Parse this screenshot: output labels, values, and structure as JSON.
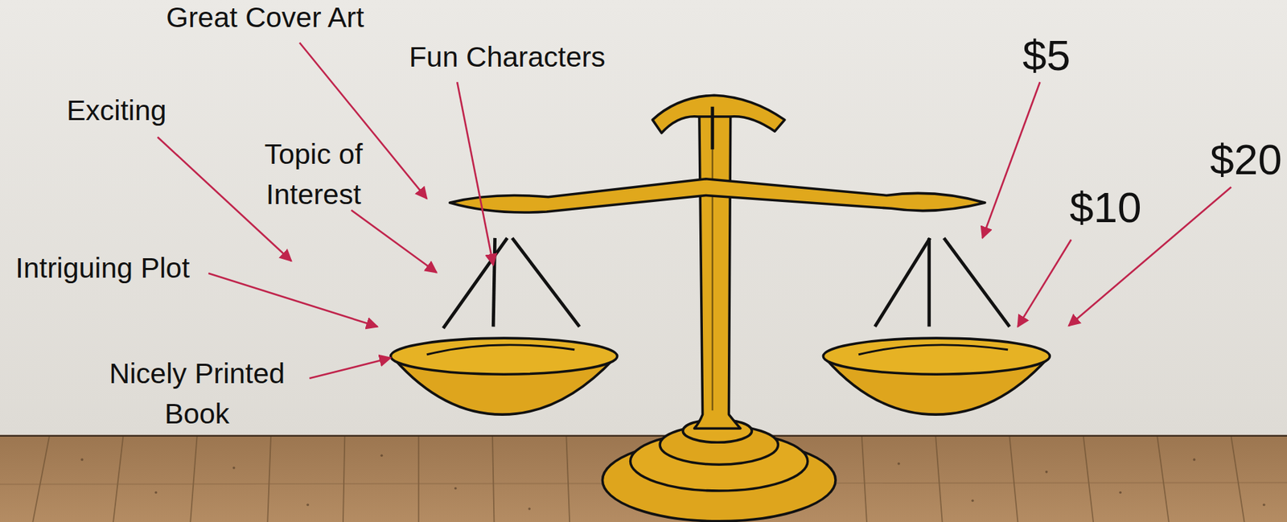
{
  "diagram": {
    "labels": [
      "Great Cover Art",
      "Fun Characters",
      "$5",
      "Exciting",
      "Topic of Interest",
      "$20",
      "$10",
      "Intriguing Plot",
      "Nicely Printed Book"
    ]
  }
}
